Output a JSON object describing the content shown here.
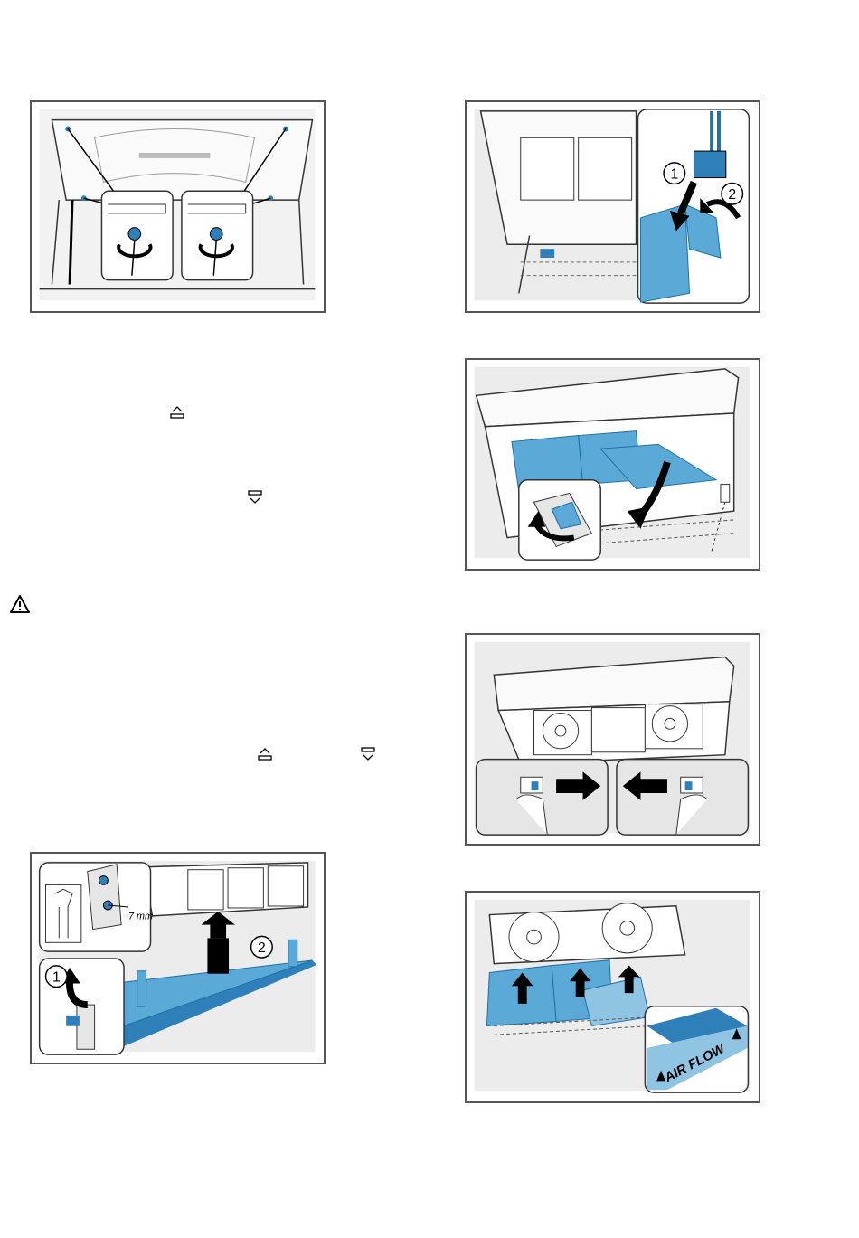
{
  "figures": {
    "fig5_label_7mm": "7 mm",
    "fig5_step1": "1",
    "fig5_step2": "2",
    "fig6_step1": "1",
    "fig6_step2": "2",
    "fig10_label_airflow": "AIR FLOW"
  },
  "colors": {
    "accent_blue": "#5aa9d6",
    "dark_blue": "#1f6fa8",
    "frame_grey": "#555555",
    "bg_grey": "#ececec"
  },
  "icons": [
    "open-panel-icon",
    "close-panel-icon",
    "warning-icon"
  ]
}
